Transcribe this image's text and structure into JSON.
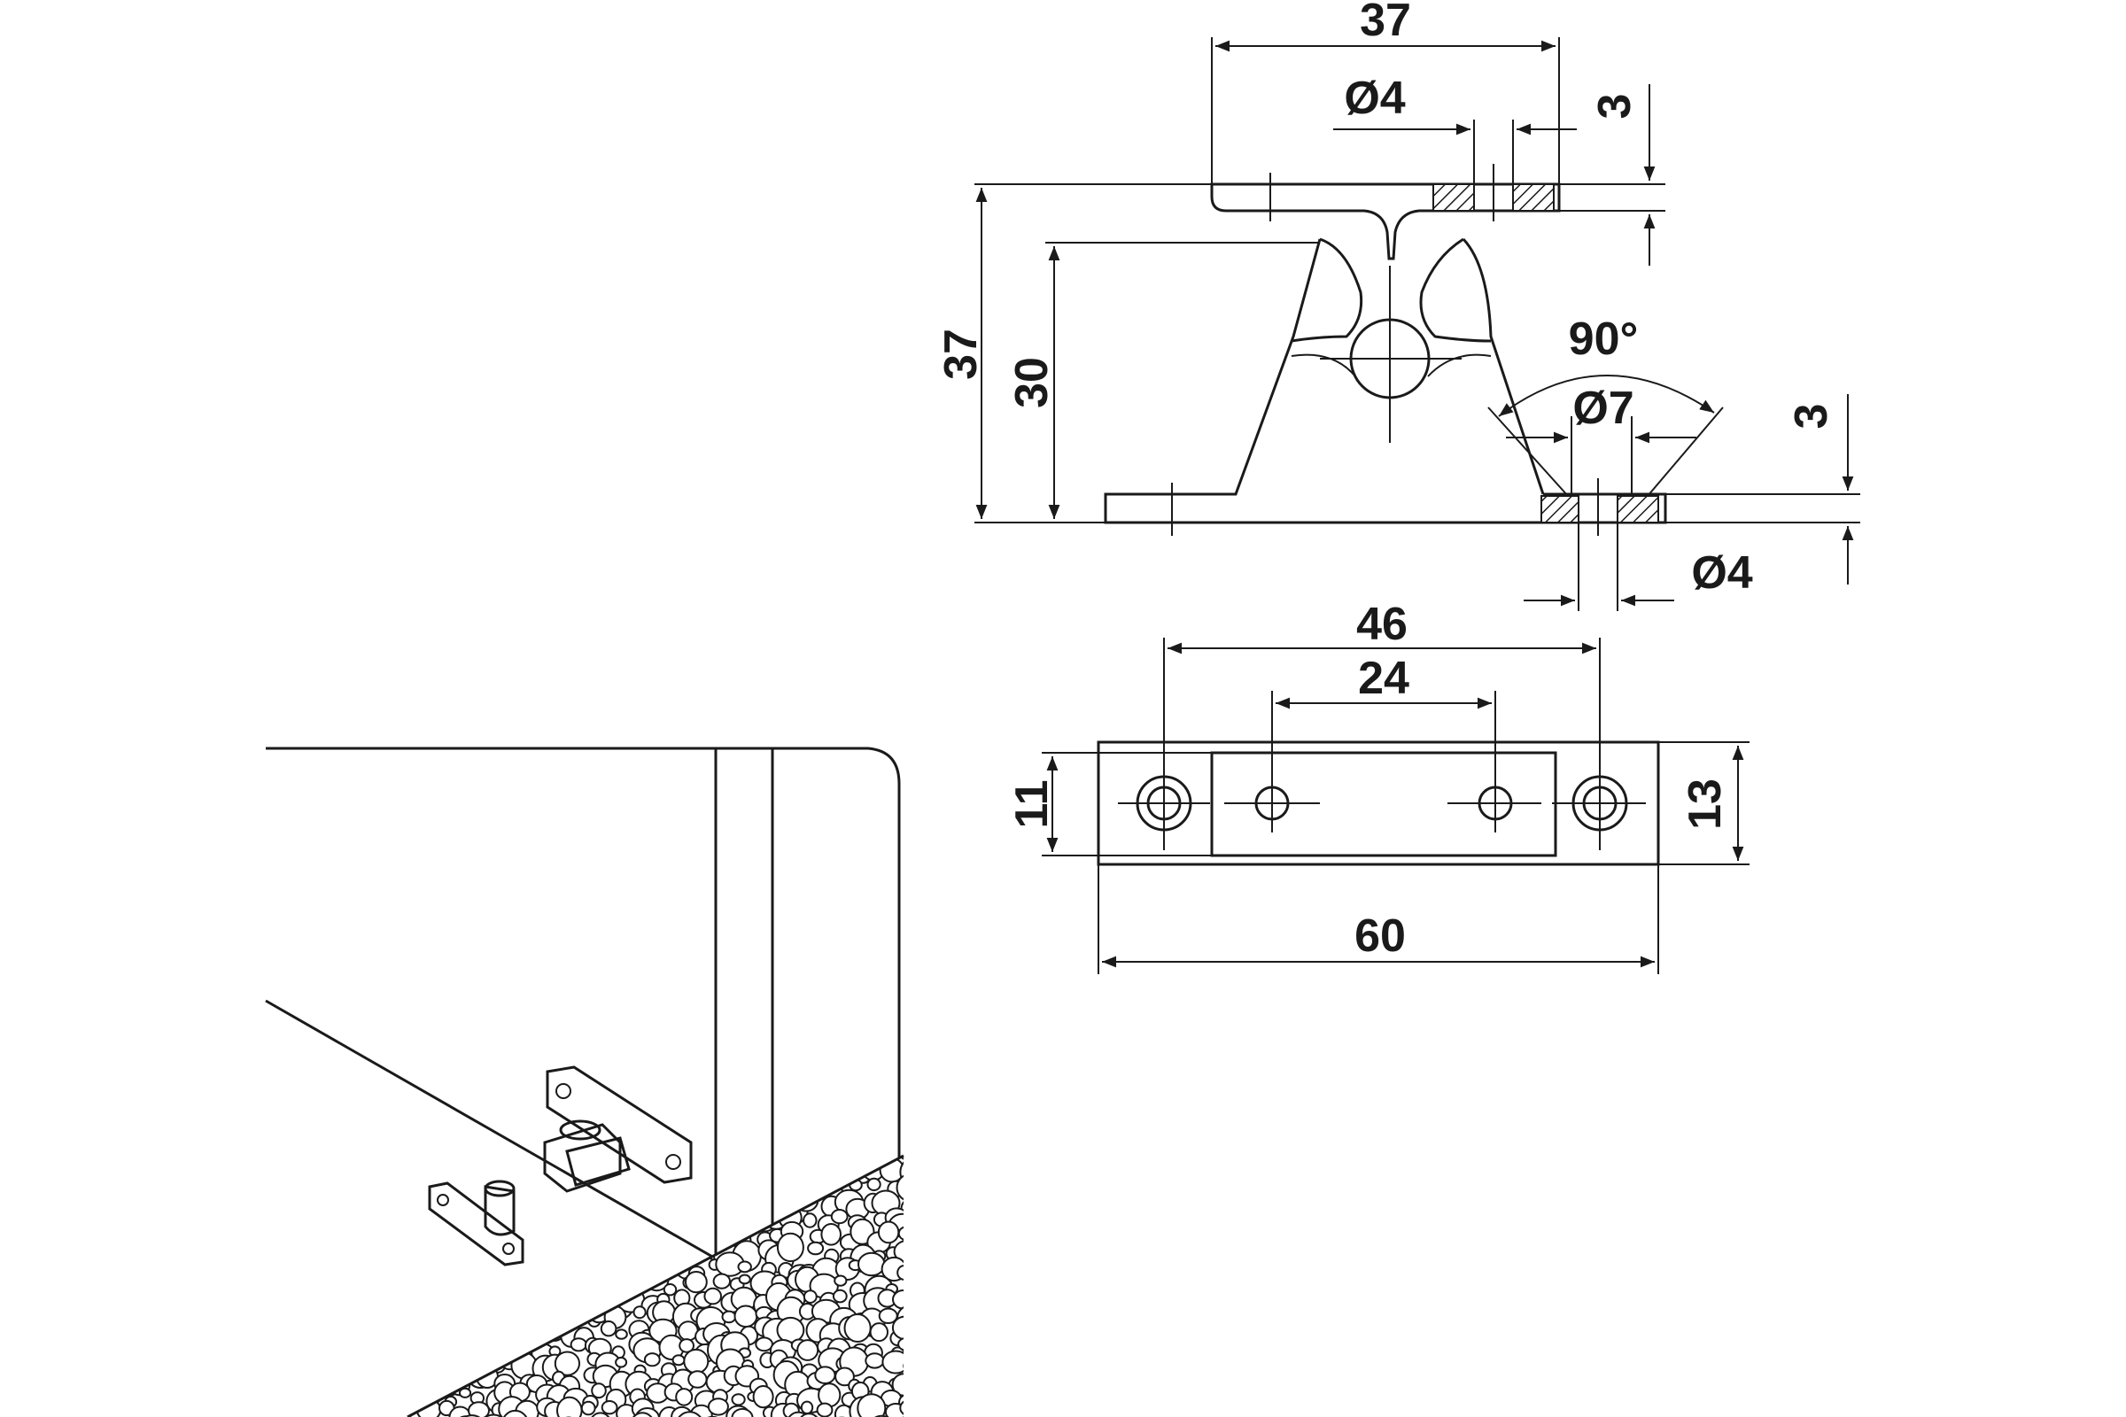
{
  "front_view": {
    "width_top": "37",
    "top_hole": "Ø4",
    "top_plate_thickness": "3",
    "overall_height": "37",
    "body_height": "30",
    "angle": "90°",
    "bottom_counterbore": "Ø7",
    "bottom_plate_thickness": "3",
    "bottom_hole": "Ø4"
  },
  "plan_view": {
    "hole_spacing_outer": "46",
    "hole_spacing_inner": "24",
    "width_inner": "11",
    "width_outer": "13",
    "length": "60"
  },
  "illustration": {
    "icons": [
      "cabinet-corner",
      "catch-latch-part",
      "catch-striker-part",
      "textured-floor"
    ]
  }
}
